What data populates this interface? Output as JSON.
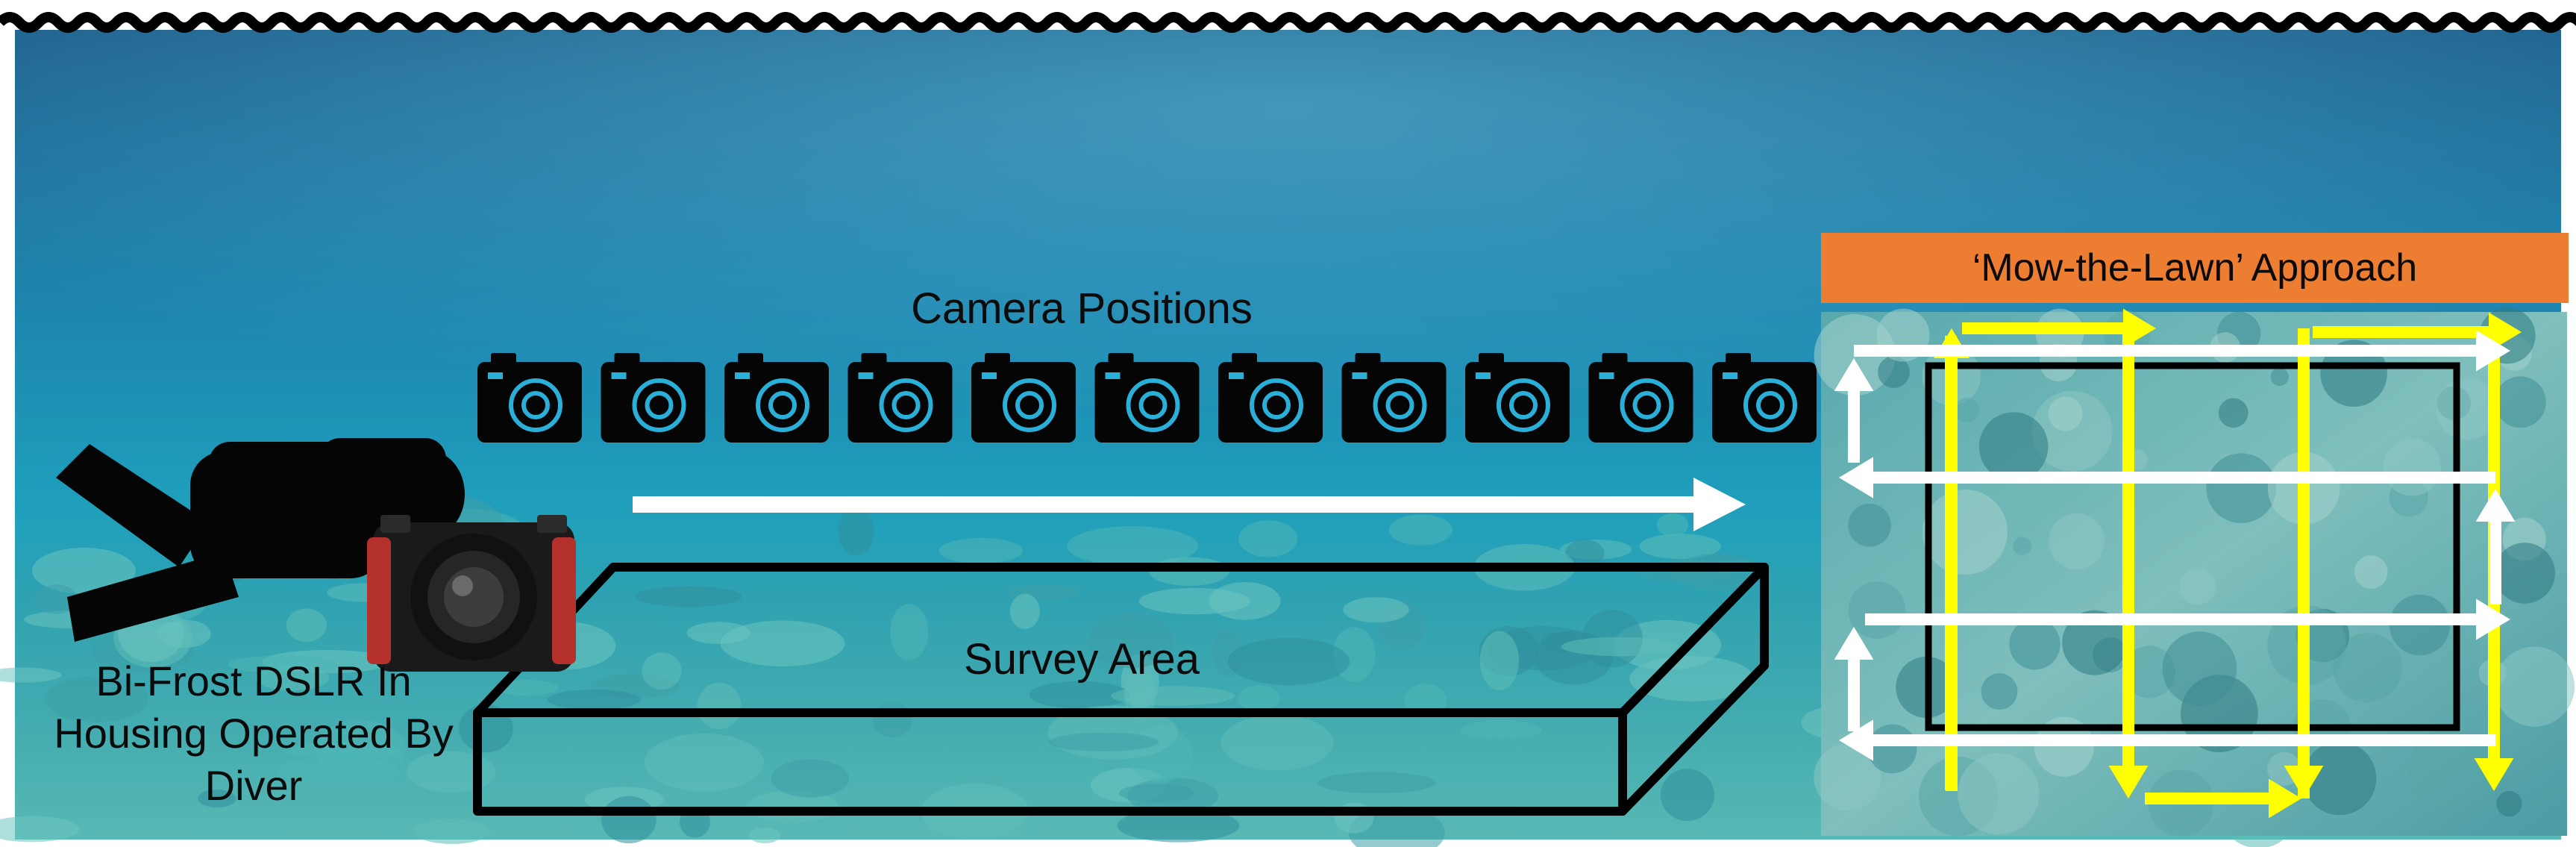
{
  "labels": {
    "camera_positions": "Camera Positions",
    "survey_area": "Survey Area",
    "diver_lines": [
      "Bi-Frost DSLR In",
      "Housing Operated By",
      "Diver"
    ],
    "mow_the_lawn": "‘Mow-the-Lawn’ Approach"
  },
  "camera_count": 11,
  "icons": {
    "camera": "camera-icon",
    "diver": "scuba-diver-icon",
    "dslr_housing": "underwater-camera-housing-icon",
    "direction": "arrow-right-icon"
  },
  "colors": {
    "water_top": "#1f6f9c",
    "water_mid": "#1aa3c2",
    "seafloor": "#3fa4ad",
    "banner": "#ed7d31",
    "path_white": "#ffffff",
    "path_yellow": "#ffff00",
    "outline": "#000000"
  }
}
